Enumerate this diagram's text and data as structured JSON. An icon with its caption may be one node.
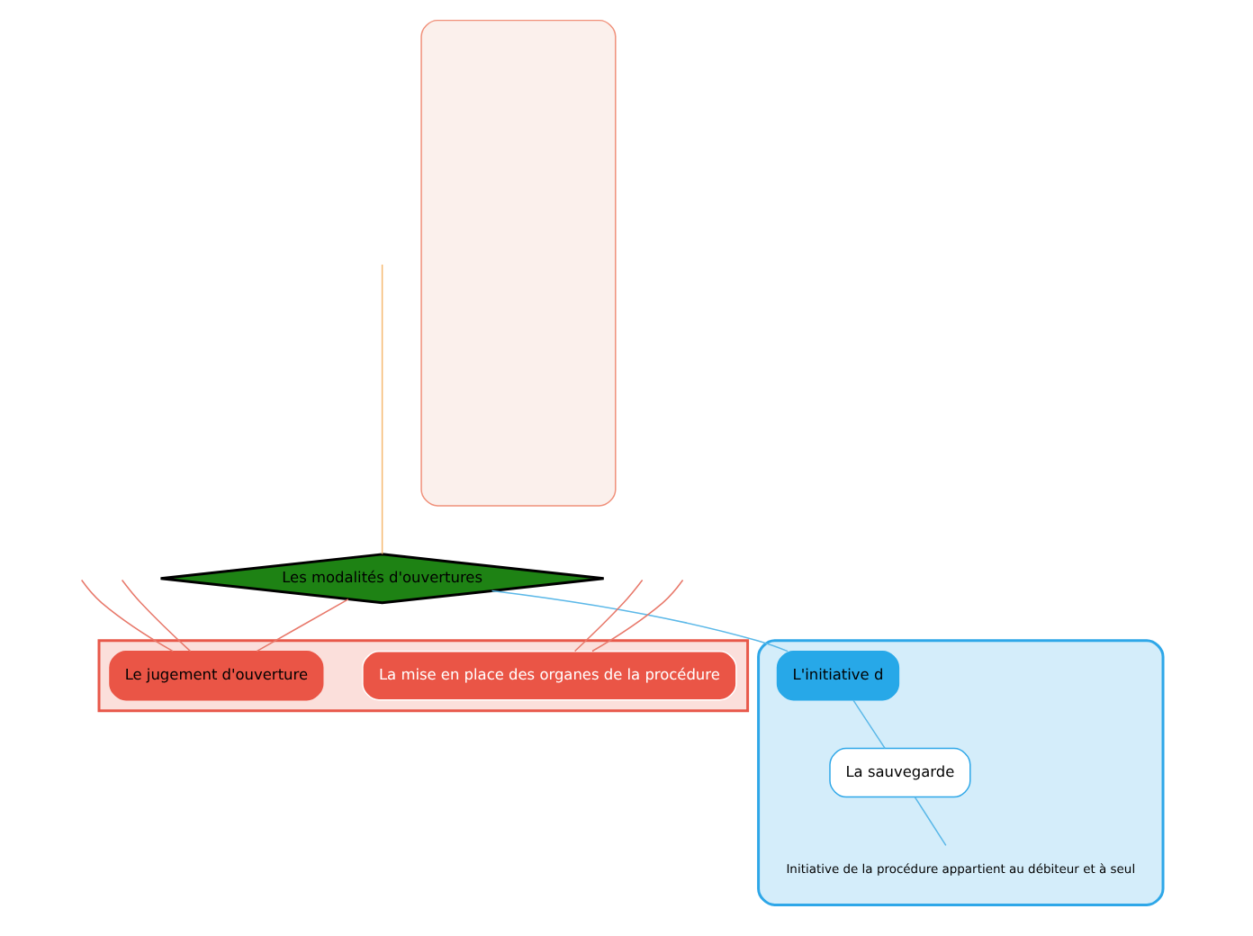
{
  "diagram": {
    "nodes": [
      {
        "text": [
          "Les modalités d'ouvertures"
        ]
      },
      {
        "text": [],
        "shape": "box"
      },
      {
        "text": [],
        "shape": "box"
      },
      {
        "text": [
          "Initiative de la procédure appartient au débiteur et à seul"
        ],
        "in": 2
      },
      {
        "text": [
          "La sauvegarde"
        ],
        "in": 2
      },
      {
        "text": [
          "L'initiative d"
        ],
        "in": 2
      },
      {
        "text": [],
        "shape": "box"
      },
      {
        "text": [
          "Le jugement d'ouverture"
        ],
        "in": 6
      },
      {
        "text": [
          "La mise en place des organes de la procédure"
        ],
        "in": 6
      }
    ],
    "edges": [
      {
        "from": 0,
        "to": null,
        "arrow": "none",
        "color": "#f5b971"
      },
      {
        "from": 0,
        "to": 5,
        "arrow": "none",
        "color": "#5bb8e8"
      },
      {
        "from": 5,
        "to": 4,
        "arrow": "none",
        "color": "#5bb8e8"
      },
      {
        "from": 4,
        "to": 3,
        "arrow": "none",
        "color": "#5bb8e8"
      },
      {
        "from": 0,
        "to": 7,
        "arrow": "none",
        "color": "#e8786a"
      },
      {
        "from": 7,
        "to": null,
        "arrow": "none",
        "color": "#e8786a"
      },
      {
        "from": 7,
        "to": null,
        "arrow": "none",
        "color": "#e8786a"
      },
      {
        "from": null,
        "to": 8,
        "arrow": "none",
        "color": "#e8786a"
      },
      {
        "from": 8,
        "to": null,
        "arrow": "none",
        "color": "#e8786a"
      }
    ]
  }
}
